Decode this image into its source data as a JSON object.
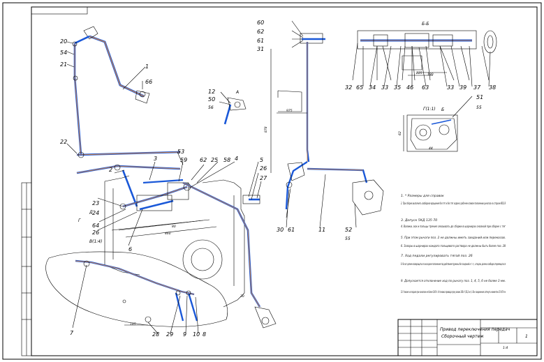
{
  "colors": {
    "linkage": "#1a58d8",
    "centerline": "#f08a2a",
    "ink": "#000000",
    "paper": "#ffffff"
  },
  "callouts": {
    "c1": "1",
    "c2": "2",
    "c3": "3",
    "c4": "4",
    "c5": "5",
    "c6": "6",
    "c7": "7",
    "c8": "8",
    "c9": "9",
    "c10": "10",
    "c11": "11",
    "c12": "12",
    "c20": "20",
    "c21": "21",
    "c22": "22",
    "c23": "23",
    "c24": "24",
    "c25": "25",
    "c26": "26",
    "c26b": "26",
    "c27": "27",
    "c28": "28",
    "c29": "29",
    "c30": "30",
    "c31": "31",
    "c32": "32",
    "c33": "33",
    "c34": "34",
    "c35": "35",
    "c37": "37",
    "c38": "38",
    "c39": "39",
    "c46": "46",
    "c50": "50",
    "c51": "51",
    "c52": "52",
    "c53": "53",
    "c54": "54",
    "c55a": "55",
    "c55b": "55",
    "c56": "56",
    "c58": "58",
    "c59": "59",
    "c60": "60",
    "c61": "61",
    "c61b": "61",
    "c62": "62",
    "c62b": "62",
    "c63": "63",
    "c64": "64",
    "c65": "65",
    "c66": "66"
  },
  "views": {
    "section_bb": "Б-Б",
    "view_g": "Г(1:1)",
    "view_a": "А",
    "mark_b": "Б",
    "mark_v": "В(1:4)",
    "mark_g": "Г",
    "mark_d": "Д"
  },
  "dimensions": {
    "d975": "975",
    "d878": "878",
    "d225": "225",
    "d105": "105",
    "d460": "460",
    "d80": "80",
    "d44": "44",
    "d62": "62",
    "d180": "180",
    "d30": "30"
  },
  "notes": [
    "1. * Размеры для справок",
    "2. При сборке выполнить свободное вращение без тяг и без тяг ходом в рабочем осевом положении рычагов на стороне Ø0,18",
    "3. Допуск 5КД 135-70",
    "4. Валики, оси и пальцы трения смазывать до сборки в шарнирах смазкой при сборке с тяг",
    "5. При этом рычаги поз. 2 не должны иметь заеданий или перекосов.",
    "6. Зазоры в шарнирах каждого пальцевого раствора не должны быть более поз. 28",
    "7. Ход педали регулировать тягой поз. 26",
    "8. Рычаг должен возвращаться в исходное положение под действием пружины без заеданий и т. п., а педаль должна свободно перемещаться",
    "9. Допускается отклонение ход по рычагу поз. 1, 4, 5, 6 не более 3 мм.",
    "10. Усилие на педали при нажатии не более 100 Н. Установка привода при усилии 100 Н (10,2 кгс). Все соединения затянуть моментом 35-45 Н·м"
  ],
  "title_block": {
    "name": "Привод переключения передач",
    "subtitle": "Сборочный чертеж",
    "sheet": "1",
    "scale": "1:4"
  }
}
